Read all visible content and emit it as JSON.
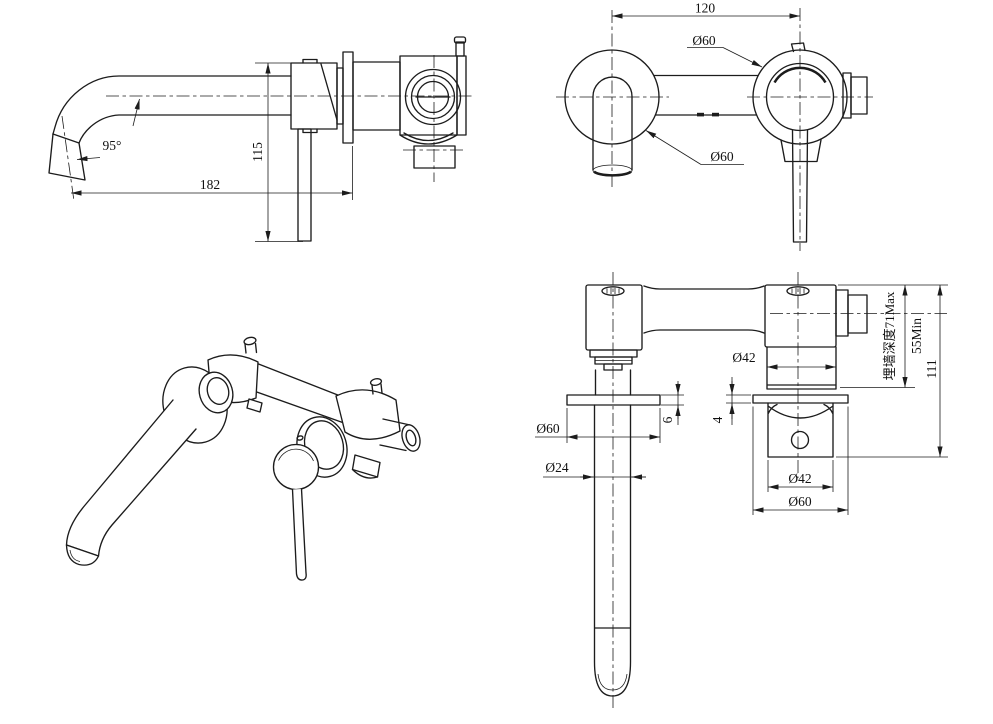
{
  "drawing": {
    "type": "technical-installation-drawing",
    "subject": "wall-mounted basin mixer tap (spout + single-lever valve), four orthographic/isometric views",
    "background_color": "#ffffff",
    "line_color": "#1c1c1c"
  },
  "labels": {
    "side": {
      "angle": "95°",
      "height": "115",
      "reach": "182"
    },
    "front": {
      "spacing": "120",
      "escutcheon_upper": "Ø60",
      "escutcheon_lower": "Ø60"
    },
    "install": {
      "valve_body_dia": "Ø42",
      "spout_flange_dia": "Ø60",
      "spout_flange_thickness": "6",
      "valve_flange_thickness": "4",
      "spout_pipe_dia": "Ø24",
      "handle_cap_dia": "Ø42",
      "valve_flange_dia": "Ø60",
      "embed_depth_max": "埋墙深度71Max",
      "embed_depth_min": "55Min",
      "total_depth": "111"
    }
  }
}
